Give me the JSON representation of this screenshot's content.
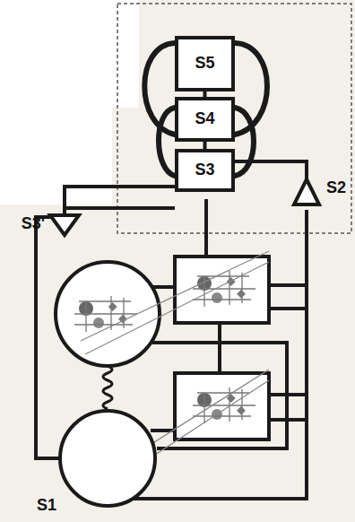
{
  "diagram": {
    "nodes": [
      {
        "text": [
          "S5"
        ]
      },
      {
        "text": [
          "S4"
        ]
      },
      {
        "text": [
          "S3"
        ]
      },
      {
        "text": [
          "S2"
        ]
      },
      {
        "text": [
          "S3'"
        ]
      },
      {
        "text": [
          "S1"
        ]
      }
    ],
    "edges": [
      {
        "from": 0,
        "to": 1,
        "arrow": "none"
      },
      {
        "from": 1,
        "to": 2,
        "arrow": "none"
      },
      {
        "from": 2,
        "to": 3,
        "arrow": "none"
      },
      {
        "from": 2,
        "to": 4,
        "arrow": "none"
      },
      {
        "from": 4,
        "to": 5,
        "arrow": "none"
      }
    ]
  }
}
